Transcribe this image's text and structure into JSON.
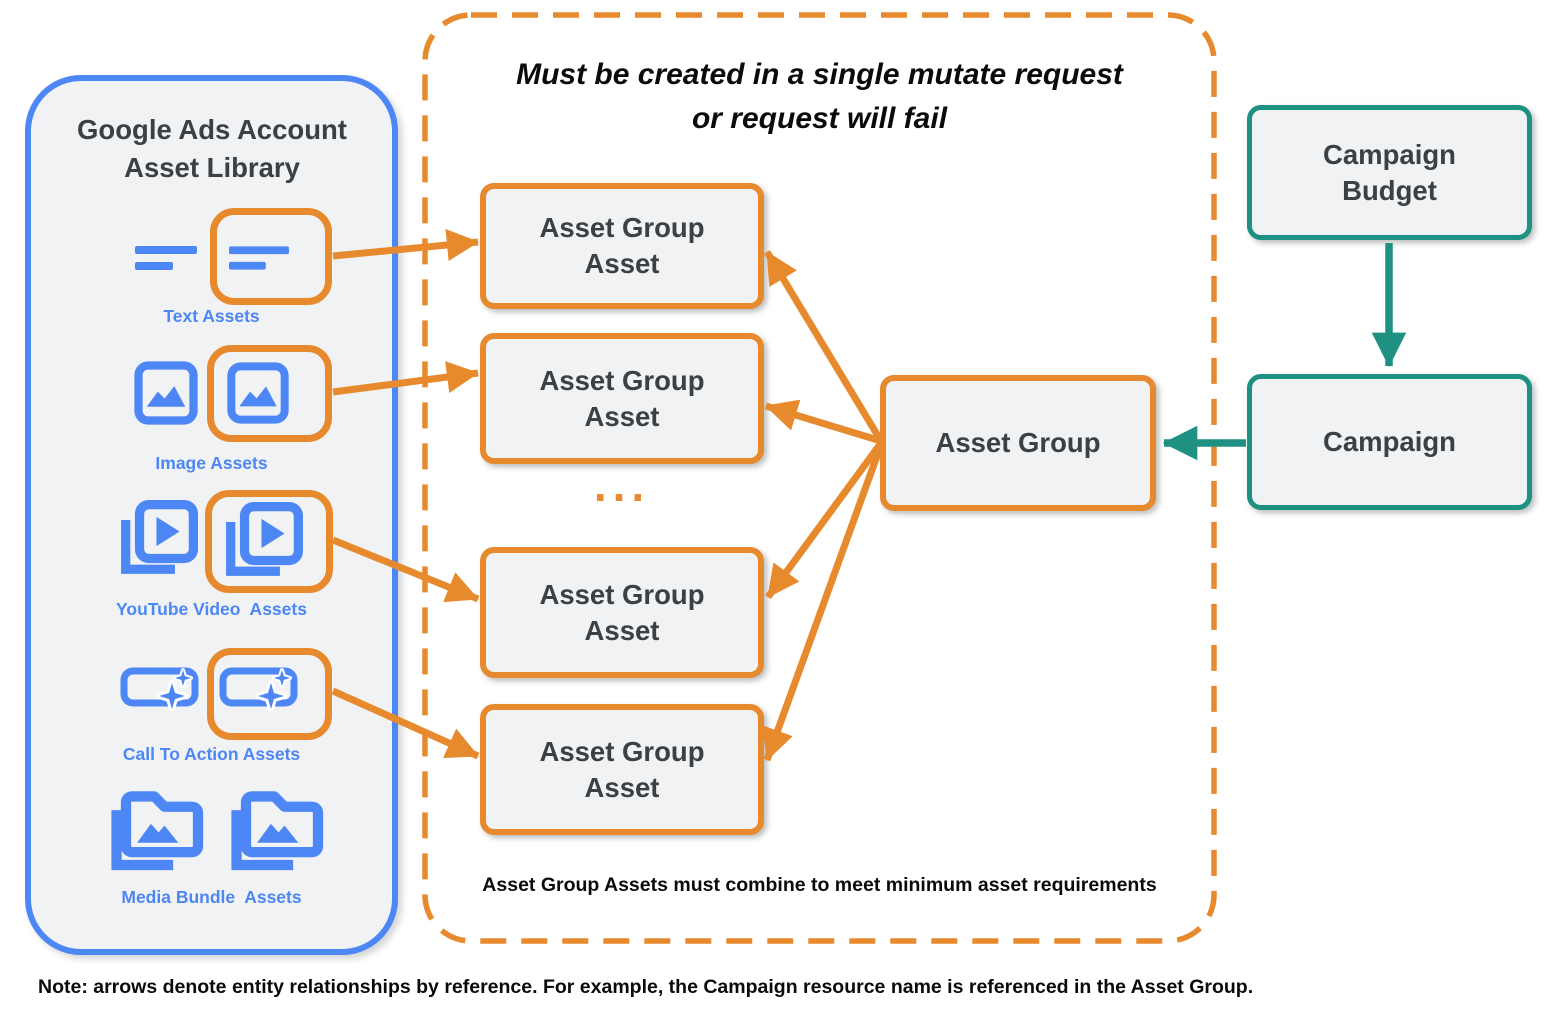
{
  "colors": {
    "blue": "#4D86F5",
    "orange": "#E78A2E",
    "teal": "#1E9182",
    "box_fill": "#F1F2F3",
    "text_dark": "#3C4043",
    "text_black": "#0B0B0B"
  },
  "library": {
    "title": "Google Ads Account Asset Library",
    "items": [
      {
        "label": "Text Assets",
        "icon": "text-lines-icon"
      },
      {
        "label": "Image Assets",
        "icon": "image-icon"
      },
      {
        "label": "YouTube Video  Assets",
        "icon": "video-play-icon"
      },
      {
        "label": "Call To Action Assets",
        "icon": "cta-sparkle-icon"
      },
      {
        "label": "Media Bundle  Assets",
        "icon": "media-folder-icon"
      }
    ]
  },
  "mutate_group": {
    "title_line1": "Must be created in a single mutate request",
    "title_line2": "or request will fail",
    "asset_group_asset_boxes": [
      "Asset Group Asset",
      "Asset Group Asset",
      "Asset Group Asset",
      "Asset Group Asset"
    ],
    "ellipsis": "...",
    "footnote": "Asset Group Assets must combine to meet minimum asset requirements"
  },
  "entities": {
    "asset_group": "Asset Group",
    "campaign": "Campaign",
    "campaign_budget": "Campaign Budget"
  },
  "note": "Note: arrows denote entity relationships by reference. For example, the Campaign resource name is referenced in the Asset Group."
}
